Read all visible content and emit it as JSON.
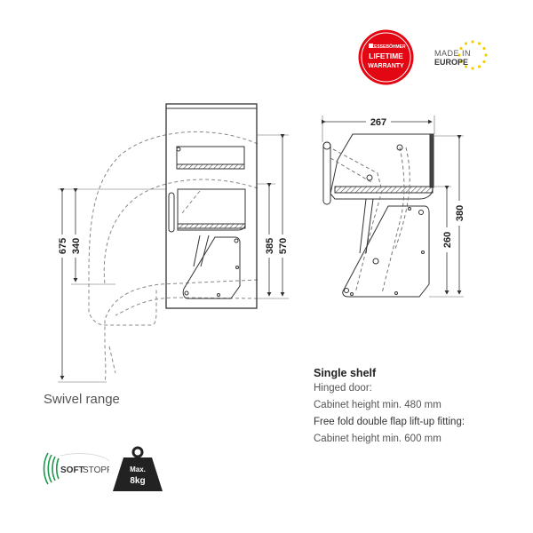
{
  "badges": {
    "warranty": {
      "brand": "KESSEBÖHMER",
      "line1": "LIFETIME",
      "line2": "WARRANTY",
      "color": "#e30613"
    },
    "origin": {
      "line1": "MADE IN",
      "line2": "EUROPE",
      "star_color": "#f5d000"
    },
    "softstopp": {
      "soft": "SOFT",
      "stopp": "STOPP",
      "color": "#1a9a4a"
    },
    "weight": {
      "label": "Max.",
      "value": "8kg"
    }
  },
  "drawing": {
    "left_dimensions": [
      "675",
      "340",
      "385",
      "570"
    ],
    "right_dimensions": [
      "267",
      "260",
      "380"
    ]
  },
  "caption": "Swivel range",
  "specs": {
    "title": "Single shelf",
    "lines": [
      "Hinged door:",
      "Cabinet height min. 480 mm",
      "Free fold double flap lift-up fitting:",
      "Cabinet height min. 600 mm"
    ]
  }
}
